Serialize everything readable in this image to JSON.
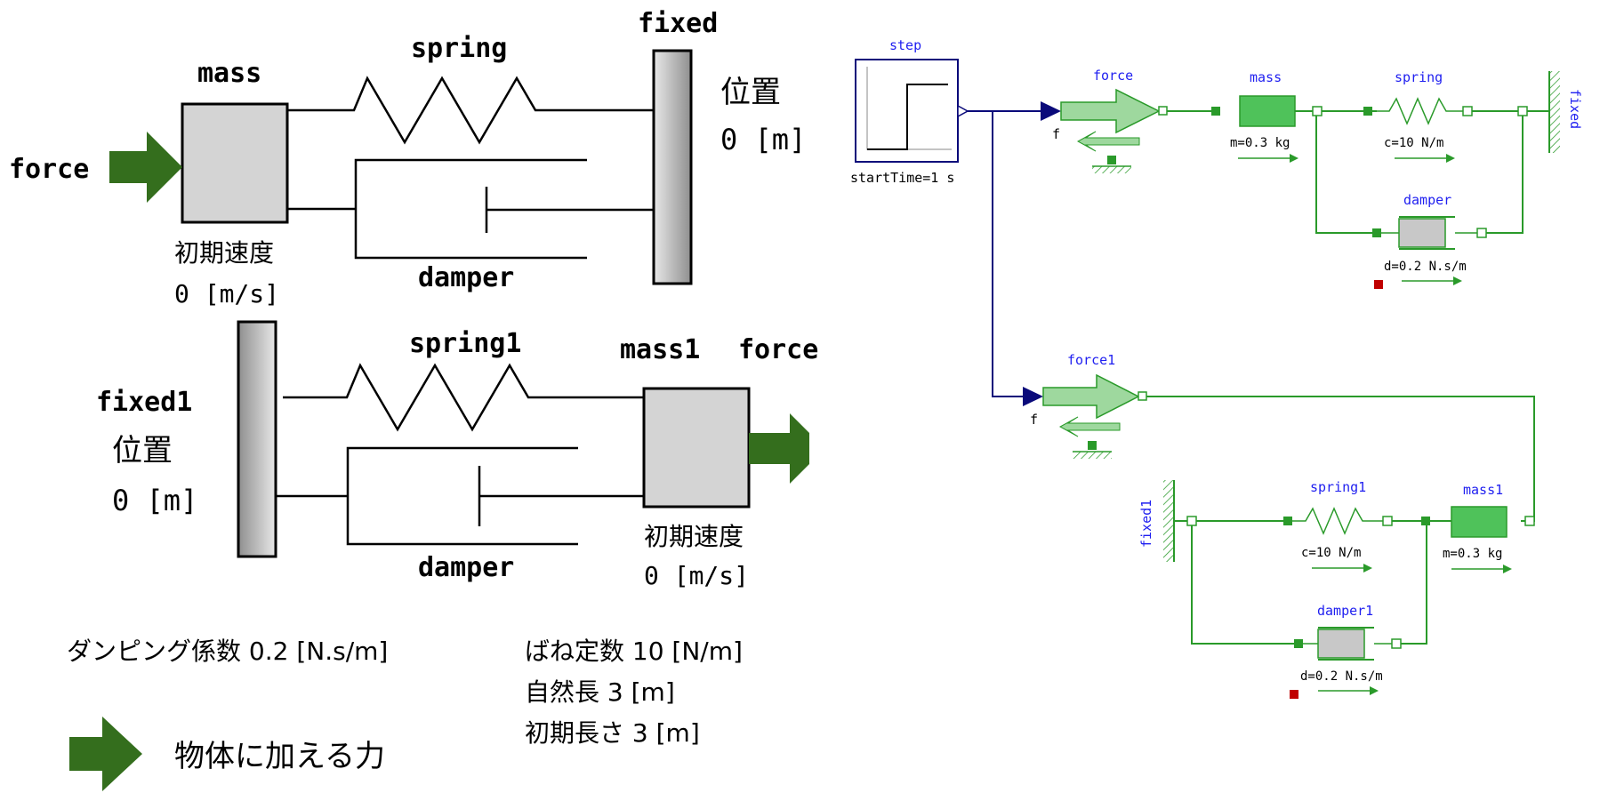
{
  "colors": {
    "arrow_green": "#346e1d",
    "mass_fill": "#d4d4d4",
    "om_blue": "#1f1ff0",
    "om_green": "#2a9a2a",
    "om_light_green": "#9ed89e",
    "om_navy": "#0a0a7a",
    "om_red": "#c00000"
  },
  "left": {
    "top": {
      "mass": "mass",
      "spring": "spring",
      "fixed": "fixed",
      "force": "force",
      "damper": "damper",
      "init_vel_label": "初期速度",
      "init_vel_value": "0 [m/s]",
      "pos_label": "位置",
      "pos_value": "0 [m]"
    },
    "bottom": {
      "fixed": "fixed1",
      "spring": "spring1",
      "mass": "mass1",
      "force": "force",
      "damper": "damper",
      "pos_label": "位置",
      "pos_value": "0 [m]",
      "init_vel_label": "初期速度",
      "init_vel_value": "0 [m/s]"
    },
    "params": {
      "damping": "ダンピング係数 0.2 [N.s/m]",
      "spring_const": "ばね定数 10 [N/m]",
      "natural_len": "自然長 3 [m]",
      "initial_len": "初期長さ 3 [m]"
    },
    "legend": "物体に加える力"
  },
  "right": {
    "step": {
      "name": "step",
      "param": "startTime=1 s"
    },
    "force": {
      "name": "force",
      "port": "f"
    },
    "mass": {
      "name": "mass",
      "param": "m=0.3 kg"
    },
    "spring": {
      "name": "spring",
      "param": "c=10 N/m"
    },
    "fixed": {
      "name": "fixed"
    },
    "damper": {
      "name": "damper",
      "param": "d=0.2 N.s/m"
    },
    "force1": {
      "name": "force1",
      "port": "f"
    },
    "fixed1": {
      "name": "fixed1"
    },
    "spring1": {
      "name": "spring1",
      "param": "c=10 N/m"
    },
    "mass1": {
      "name": "mass1",
      "param": "m=0.3 kg"
    },
    "damper1": {
      "name": "damper1",
      "param": "d=0.2 N.s/m"
    }
  }
}
